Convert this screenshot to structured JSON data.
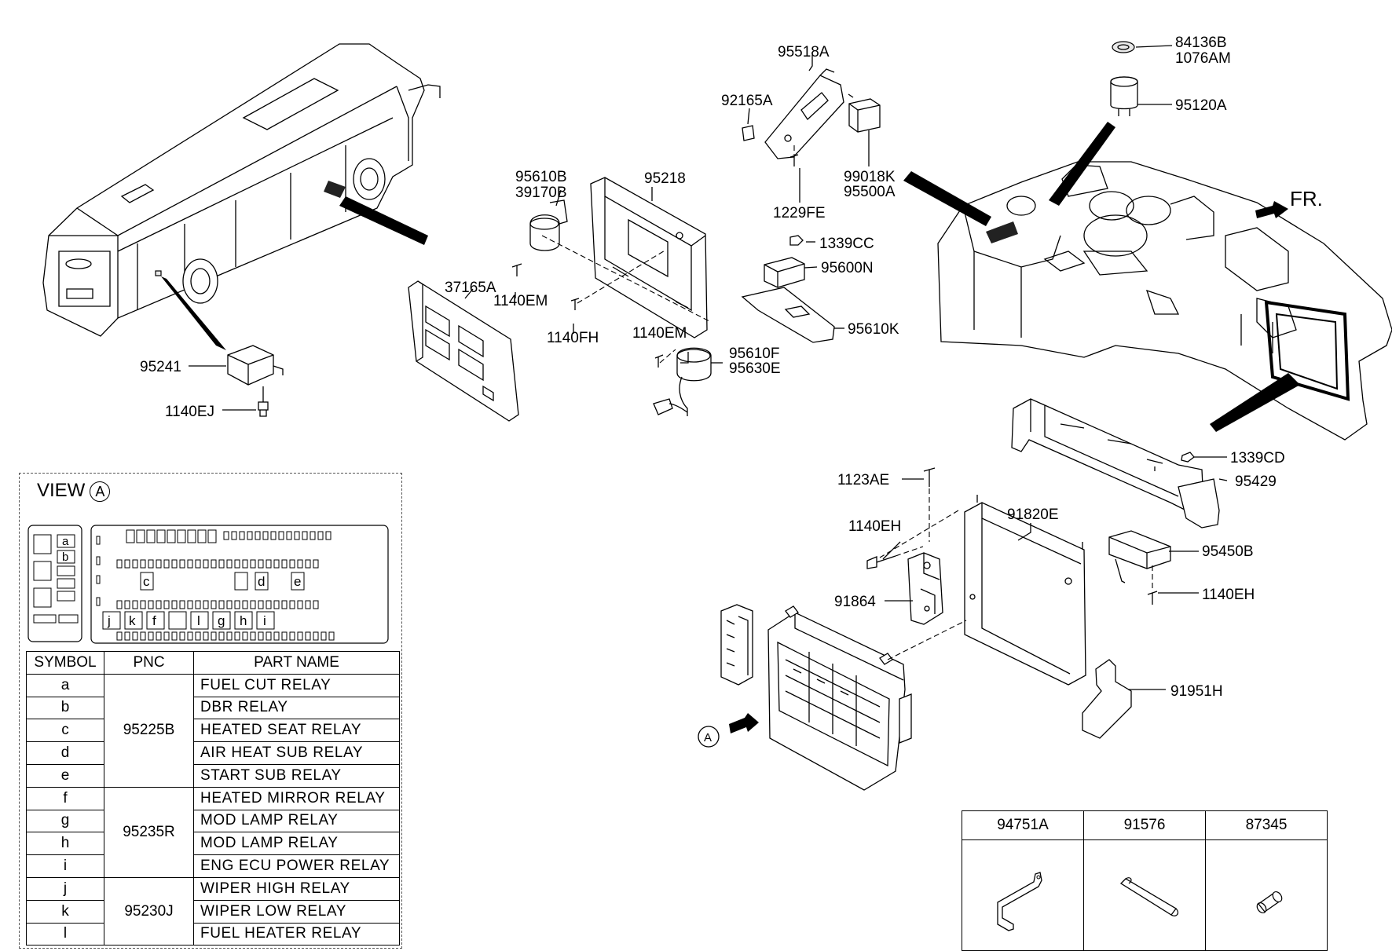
{
  "callouts": {
    "p95518A": "95518A",
    "p92165A": "92165A",
    "p99018K": "99018K",
    "p95500A": "95500A",
    "p1229FE": "1229FE",
    "p1339CC": "1339CC",
    "p95600N": "95600N",
    "p95610K": "95610K",
    "p95610B": "95610B",
    "p39170B": "39170B",
    "p95218": "95218",
    "p37165A": "37165A",
    "p1140EM_a": "1140EM",
    "p1140FH": "1140FH",
    "p1140EM_b": "1140EM",
    "p95610F": "95610F",
    "p95630E": "95630E",
    "p95241": "95241",
    "p1140EJ": "1140EJ",
    "p84136B": "84136B",
    "p1076AM": "1076AM",
    "p95120A": "95120A",
    "fr": "FR.",
    "p1339CD": "1339CD",
    "p95429": "95429",
    "p1123AE": "1123AE",
    "p91820E": "91820E",
    "p1140EH_a": "1140EH",
    "p95450B": "95450B",
    "p1140EH_b": "1140EH",
    "p91864": "91864",
    "p91951H": "91951H",
    "viewA": "A"
  },
  "view_panel": {
    "title": "VIEW",
    "circle": "A",
    "fuse_box_letters": [
      "a",
      "b",
      "c",
      "d",
      "e",
      "j",
      "k",
      "f",
      "l",
      "g",
      "h",
      "i"
    ]
  },
  "relay_table": {
    "headers": [
      "SYMBOL",
      "PNC",
      "PART NAME"
    ],
    "groups": [
      {
        "pnc": "95225B",
        "rows": [
          {
            "symbol": "a",
            "name": "FUEL CUT RELAY"
          },
          {
            "symbol": "b",
            "name": "DBR RELAY"
          },
          {
            "symbol": "c",
            "name": "HEATED SEAT RELAY"
          },
          {
            "symbol": "d",
            "name": "AIR HEAT SUB RELAY"
          },
          {
            "symbol": "e",
            "name": "START SUB RELAY"
          }
        ]
      },
      {
        "pnc": "95235R",
        "rows": [
          {
            "symbol": "f",
            "name": "HEATED MIRROR RELAY"
          },
          {
            "symbol": "g",
            "name": "MOD LAMP RELAY"
          },
          {
            "symbol": "h",
            "name": "MOD LAMP RELAY"
          },
          {
            "symbol": "i",
            "name": "ENG ECU POWER RELAY"
          }
        ]
      },
      {
        "pnc": "95230J",
        "rows": [
          {
            "symbol": "j",
            "name": "WIPER HIGH RELAY"
          },
          {
            "symbol": "k",
            "name": "WIPER LOW RELAY"
          },
          {
            "symbol": "l",
            "name": "FUEL HEATER RELAY"
          }
        ]
      }
    ]
  },
  "accessory_table": {
    "items": [
      "94751A",
      "91576",
      "87345"
    ]
  }
}
